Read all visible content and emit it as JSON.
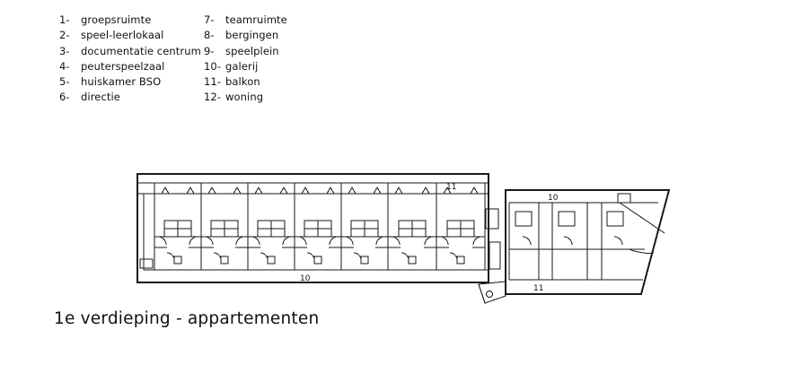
{
  "legend": {
    "left": [
      {
        "num": "1-",
        "label": "groepsruimte"
      },
      {
        "num": "2-",
        "label": "speel-leerlokaal"
      },
      {
        "num": "3-",
        "label": "documentatie centrum"
      },
      {
        "num": "4-",
        "label": "peuterspeelzaal"
      },
      {
        "num": "5-",
        "label": "huiskamer BSO"
      },
      {
        "num": "6-",
        "label": "directie"
      }
    ],
    "right": [
      {
        "num": "7-",
        "label": "teamruimte"
      },
      {
        "num": "8-",
        "label": "bergingen"
      },
      {
        "num": "9-",
        "label": "speelplein"
      },
      {
        "num": "10-",
        "label": "galerij"
      },
      {
        "num": "11-",
        "label": "balkon"
      },
      {
        "num": "12-",
        "label": "woning"
      }
    ]
  },
  "plan": {
    "label_balkon_left": "11",
    "label_galerij_left": "10",
    "label_galerij_right": "10",
    "label_balkon_right": "11"
  },
  "caption": "1e verdieping - appartementen",
  "colors": {
    "line": "#1a1a1a",
    "background": "#ffffff"
  }
}
